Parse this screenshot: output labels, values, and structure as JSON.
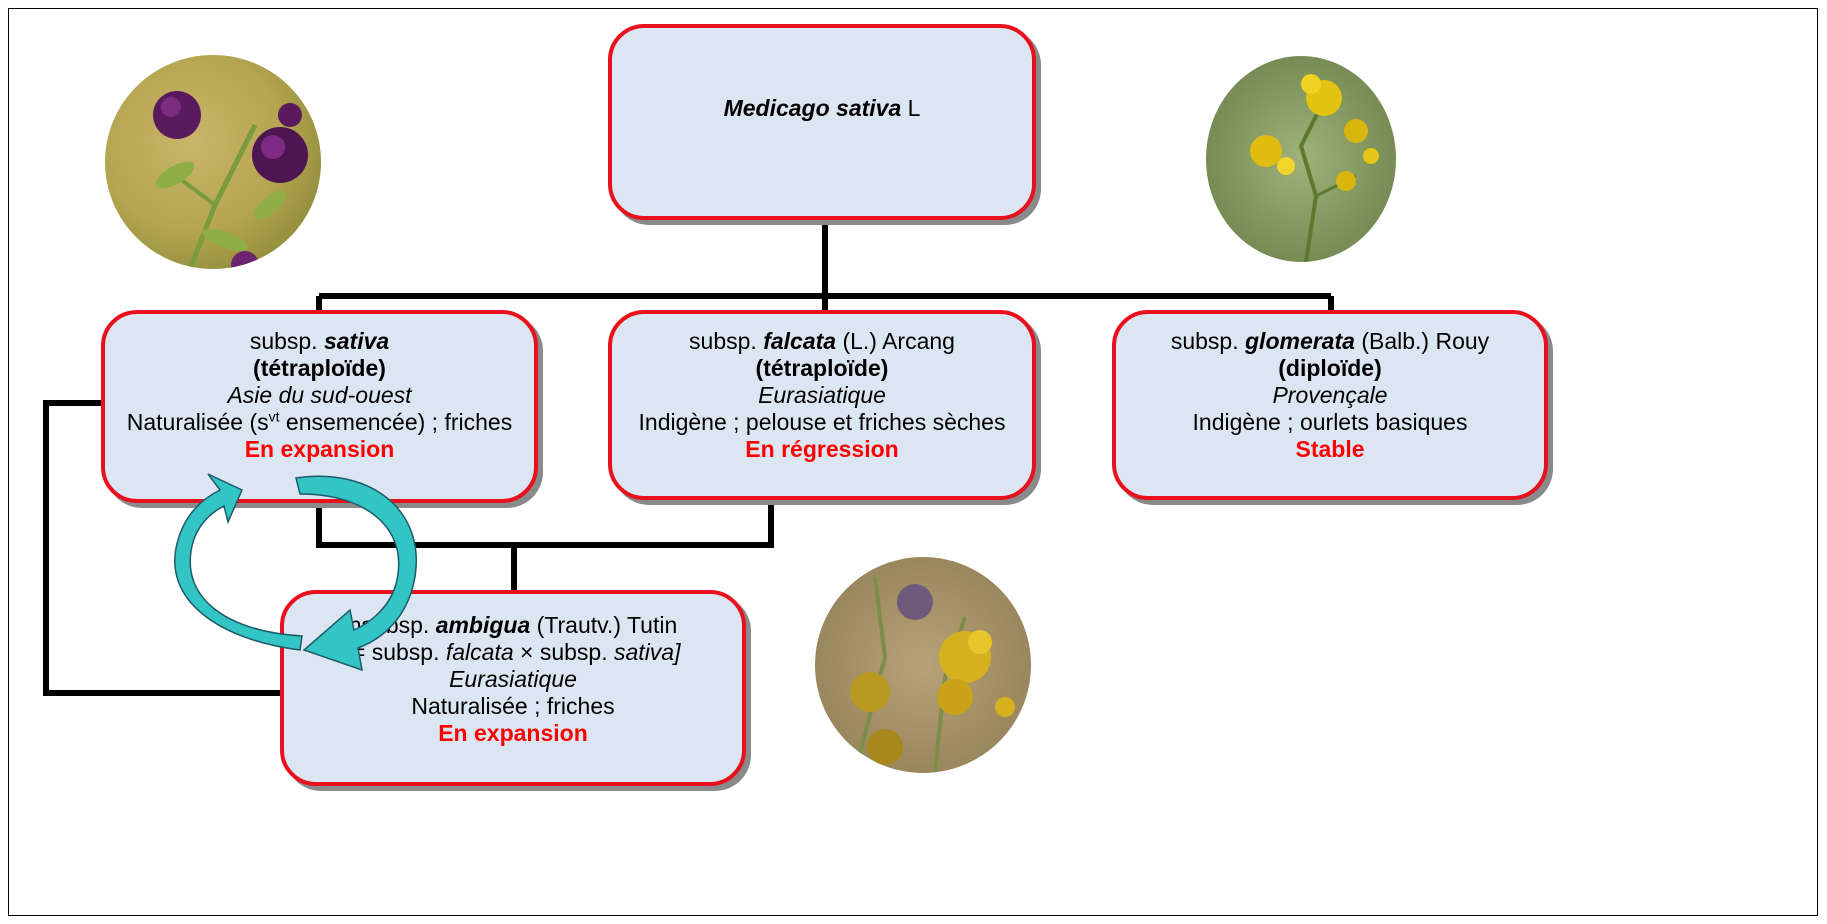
{
  "root": {
    "genus": "Medicago",
    "species": "sativa",
    "author": "L"
  },
  "sativa": {
    "prefix": "subsp.",
    "name": "sativa",
    "ploidy": "(tétraploïde)",
    "origin": "Asie du sud-ouest",
    "habitat_pre": "Naturalisée (s",
    "habitat_sup": "vt",
    "habitat_post": " ensemencée) ; friches",
    "status": "En expansion"
  },
  "falcata": {
    "prefix": "subsp.",
    "name": "falcata",
    "author": "(L.) Arcang",
    "ploidy": "(tétraploïde)",
    "origin": "Eurasiatique",
    "habitat": "Indigène ; pelouse et friches sèches",
    "status": "En régression"
  },
  "glomerata": {
    "prefix": "subsp.",
    "name": "glomerata",
    "author": "(Balb.) Rouy",
    "ploidy": "(diploïde)",
    "origin": "Provençale",
    "habitat": "Indigène ; ourlets basiques",
    "status": "Stable"
  },
  "ambigua": {
    "prefix": "nsubsp.",
    "name": "ambigua",
    "author": "(Trautv.) Tutin",
    "hybrid_open": "[= subsp.",
    "hybrid_p1": "falcata",
    "hybrid_cross": "× subsp.",
    "hybrid_p2": "sativa]",
    "origin": "Eurasiatique",
    "habitat": "Naturalisée ; friches",
    "status": "En expansion"
  },
  "colors": {
    "box_fill": "#dce6f2",
    "box_border": "#e8101c",
    "status_text": "#ff0000",
    "arrow_fill": "#33c4c4"
  },
  "photos": [
    {
      "subject": "purple-flowers-photo"
    },
    {
      "subject": "yellow-flowers-photo"
    },
    {
      "subject": "yellow-brown-flowers-photo"
    }
  ]
}
